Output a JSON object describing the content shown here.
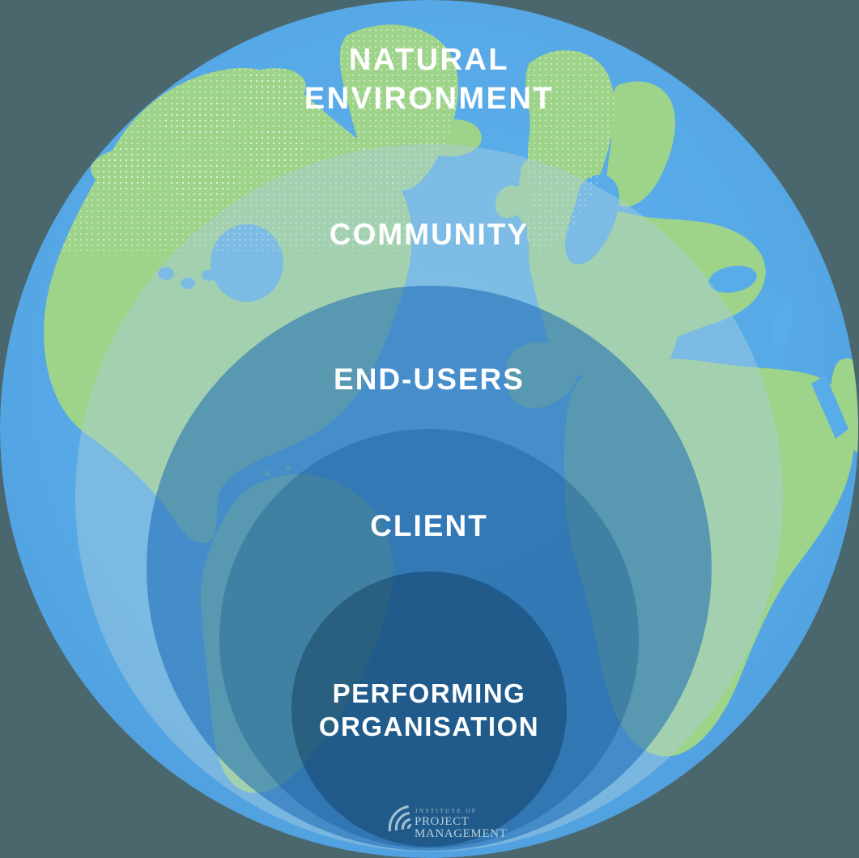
{
  "diagram": {
    "description": "Nested project stakeholder environment circles drawn over planet Earth",
    "rings": [
      {
        "id": "natural-environment",
        "lines": [
          "NATURAL",
          "ENVIRONMENT"
        ]
      },
      {
        "id": "community",
        "lines": [
          "COMMUNITY"
        ]
      },
      {
        "id": "end-users",
        "lines": [
          "END-USERS"
        ]
      },
      {
        "id": "client",
        "lines": [
          "CLIENT"
        ]
      },
      {
        "id": "performing-organisation",
        "lines": [
          "PERFORMING",
          "ORGANISATION"
        ]
      }
    ]
  },
  "logo": {
    "line1": "INSTITUTE OF",
    "line2": "PROJECT",
    "line3": "MANAGEMENT"
  },
  "colors": {
    "background": "#4b676e",
    "ocean": "#58ace8",
    "ocean_edge": "#4f9ddd",
    "land": "#9ed38a",
    "ring_community": "#a8cede",
    "ring_end_users": "#1464b2",
    "ring_client": "#064986",
    "ring_performing": "#002440",
    "label_text": "#ffffff",
    "logo_text": "#b9d0dd",
    "logo_text_small": "#9fbccb"
  }
}
